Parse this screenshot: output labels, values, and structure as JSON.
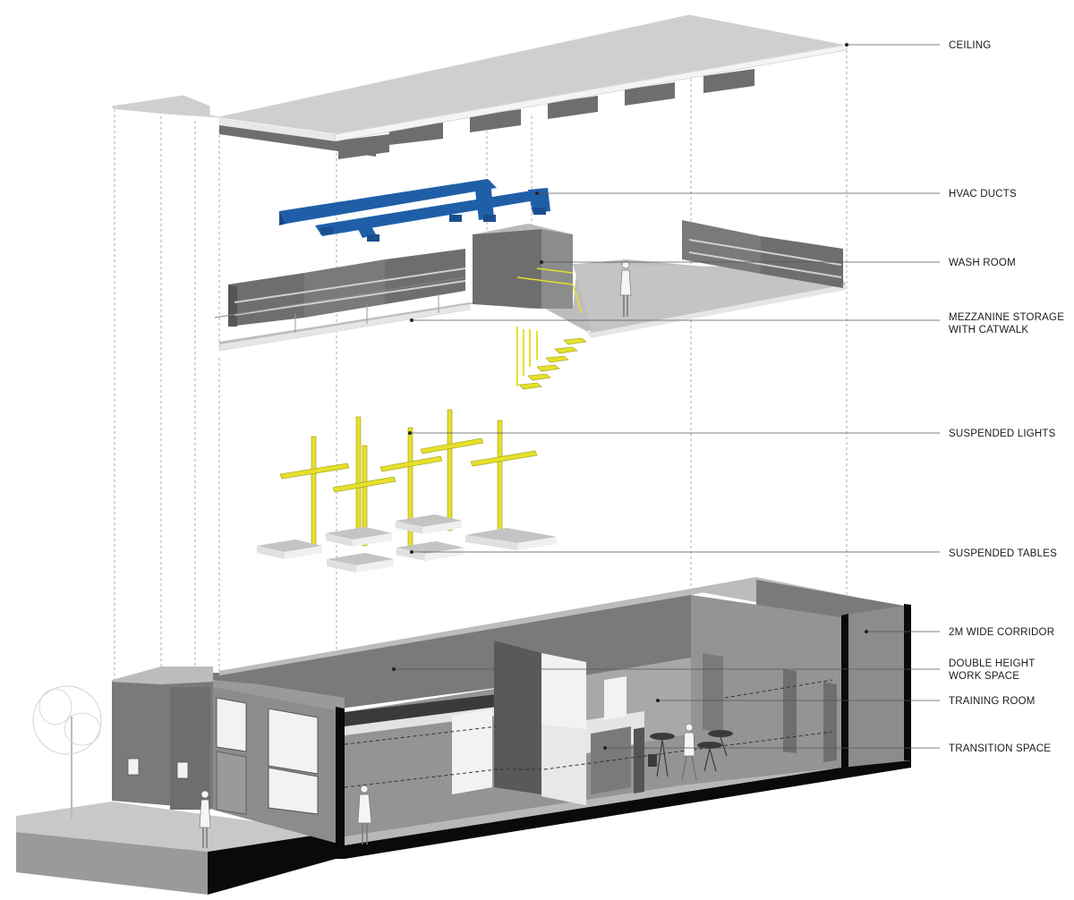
{
  "labels": {
    "ceiling": "CEILING",
    "hvac": "HVAC DUCTS",
    "wash_room": "WASH ROOM",
    "mezzanine_1": "MEZZANINE STORAGE",
    "mezzanine_2": "WITH CATWALK",
    "lights": "SUSPENDED LIGHTS",
    "tables": "SUSPENDED TABLES",
    "corridor": "2M WIDE CORRIDOR",
    "double_height_1": "DOUBLE HEIGHT",
    "double_height_2": "WORK SPACE",
    "training": "TRAINING ROOM",
    "transition": "TRANSITION SPACE"
  },
  "colors": {
    "hvac": "#1f5fa8",
    "lights": "#e5e02c",
    "wall_dark": "#6e6e6e",
    "wall_mid": "#8c8c8c",
    "floor": "#c8c8c8",
    "cut": "#0a0a0a"
  }
}
